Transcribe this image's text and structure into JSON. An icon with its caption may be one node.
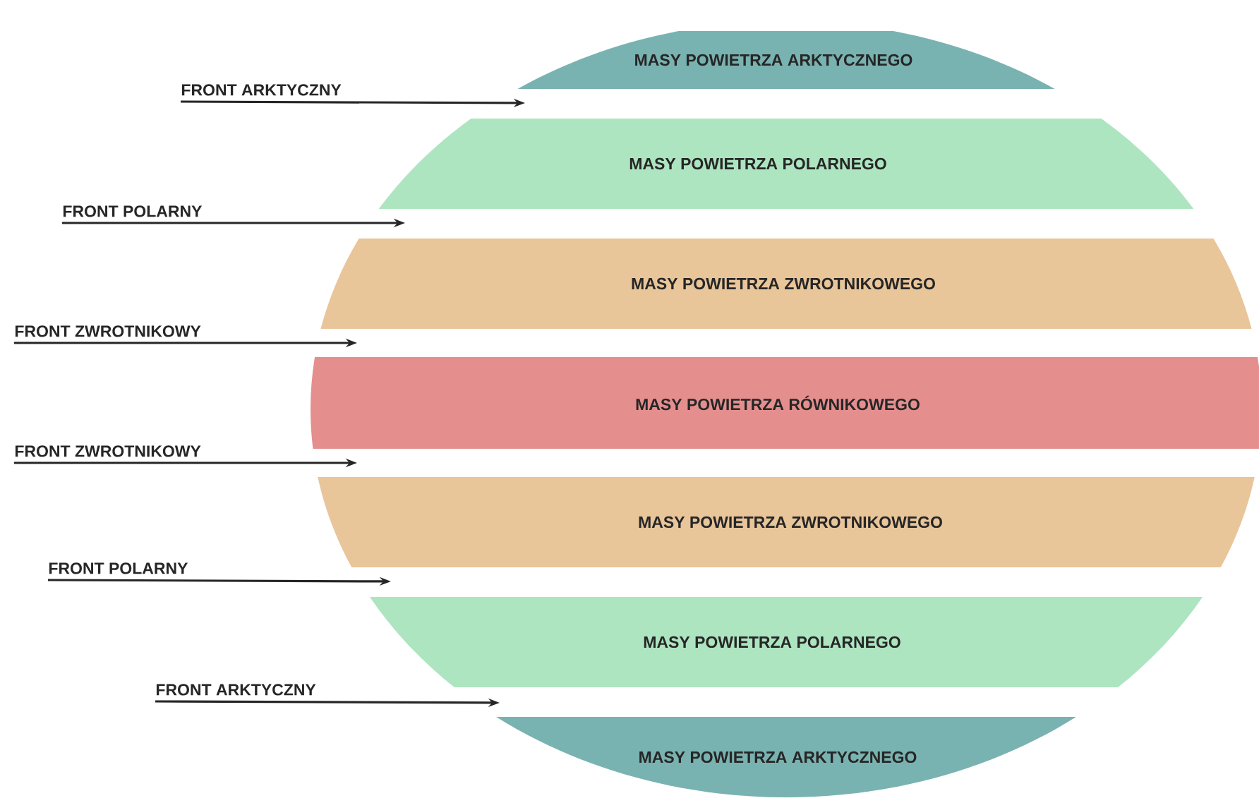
{
  "diagram": {
    "nodes": [
      {
        "text": [
          "MASY POWIETRZA ARKTYCZNEGO"
        ]
      },
      {
        "text": [
          "FRONT ARKTYCZNY"
        ]
      },
      {
        "text": [
          "MASY POWIETRZA POLARNEGO"
        ]
      },
      {
        "text": [
          "FRONT POLARNY"
        ]
      },
      {
        "text": [
          "MASY POWIETRZA ZWROTNIKOWEGO"
        ]
      },
      {
        "text": [
          "FRONT ZWROTNIKOWY"
        ]
      },
      {
        "text": [
          "MASY POWIETRZA RÓWNIKOWEGO"
        ]
      },
      {
        "text": [
          "FRONT ZWROTNIKOWY"
        ]
      },
      {
        "text": [
          "MASY POWIETRZA ZWROTNIKOWEGO"
        ]
      },
      {
        "text": [
          "FRONT POLARNY"
        ]
      },
      {
        "text": [
          "MASY POWIETRZA POLARNEGO"
        ]
      },
      {
        "text": [
          "FRONT ARKTYCZNY"
        ]
      },
      {
        "text": [
          "MASY POWIETRZA ARKTYCZNEGO"
        ]
      }
    ],
    "edges": [
      {
        "from": 1,
        "to": 0,
        "arrow": "to"
      },
      {
        "from": 3,
        "to": 2,
        "arrow": "to"
      },
      {
        "from": 5,
        "to": 4,
        "arrow": "to"
      },
      {
        "from": 7,
        "to": 8,
        "arrow": "to"
      },
      {
        "from": 9,
        "to": 8,
        "arrow": "to"
      },
      {
        "from": 11,
        "to": 12,
        "arrow": "to"
      }
    ]
  }
}
